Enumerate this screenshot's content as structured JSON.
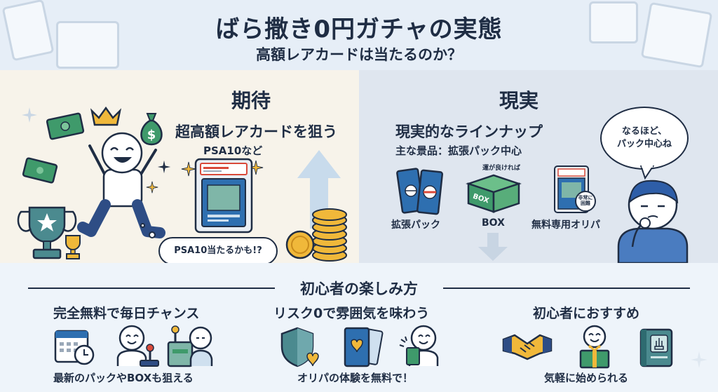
{
  "header": {
    "title": "ばら撒き0円ガチャの実態",
    "subtitle": "高額レアカードは当たるのか？"
  },
  "expectation": {
    "heading": "期待",
    "main_line": "超高額レアカードを狙う",
    "sub_line": "PSA10など",
    "thought_bubble": "PSA10当たるかも!?"
  },
  "reality": {
    "heading": "現実",
    "main_line": "現実的なラインナップ",
    "sub_line": "主な景品：拡張パック中心",
    "speech_bubble_line1": "なるほど、",
    "speech_bubble_line2": "パック中心ね",
    "items": [
      {
        "label": "拡張パック"
      },
      {
        "label": "BOX",
        "box_print": "BOX",
        "box_tag": "運が良ければ"
      },
      {
        "label": "無料専用オリパ",
        "badge_line1": "非常に",
        "badge_line2": "困難"
      }
    ]
  },
  "beginner": {
    "section_title": "初心者の楽しみ方",
    "columns": [
      {
        "heading": "完全無料で毎日チャンス",
        "caption": "最新のパックやBOXも狙える"
      },
      {
        "heading": "リスク0で雰囲気を味わう",
        "caption": "オリパの体験を無料で！"
      },
      {
        "heading": "初心者におすすめ",
        "caption": "気軽に始められる"
      }
    ]
  },
  "colors": {
    "navy": "#1f2d44",
    "money_green": "#3f9a6b",
    "coin_gold": "#f0b83a",
    "card_blue": "#2e6fb0",
    "accent_teal": "#4b8a8f"
  }
}
